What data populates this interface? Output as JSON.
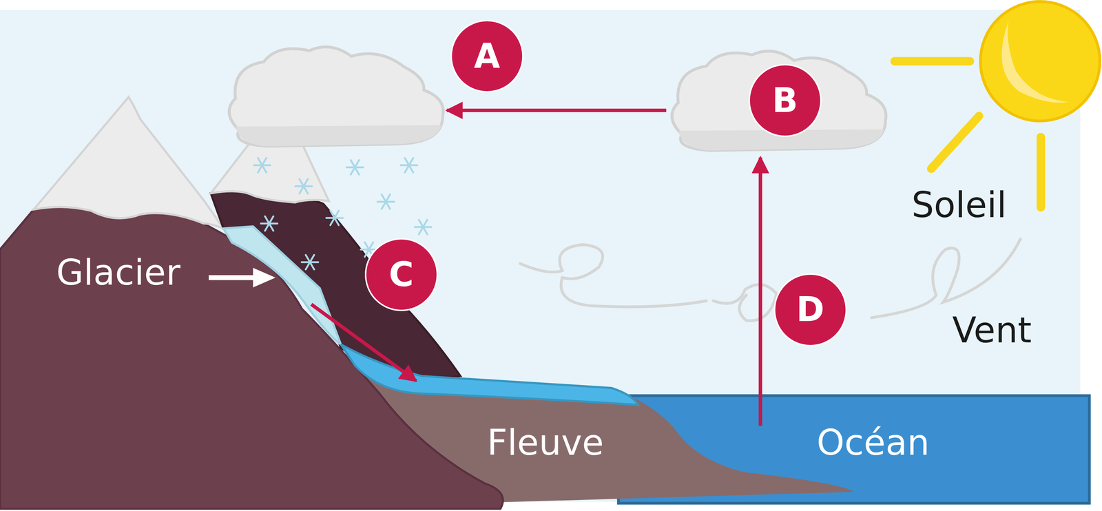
{
  "diagram": {
    "nodes": [
      {
        "text": [
          "A"
        ]
      },
      {
        "text": [
          "B"
        ]
      },
      {
        "text": [
          "C"
        ]
      },
      {
        "text": [
          "D"
        ]
      }
    ],
    "labels": [
      "Glacier",
      "Soleil",
      "Vent",
      "Fleuve",
      "Océan"
    ]
  }
}
